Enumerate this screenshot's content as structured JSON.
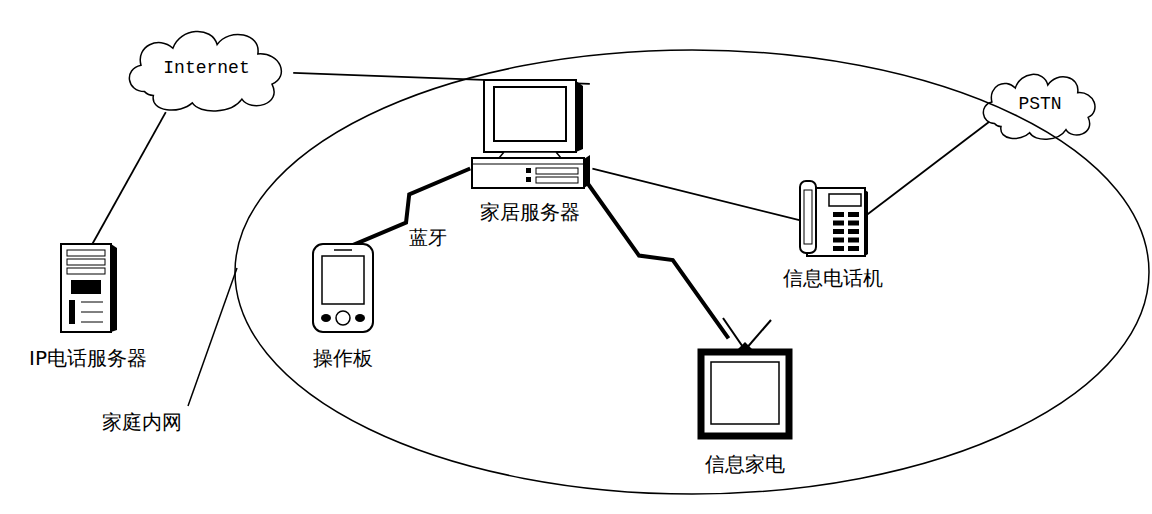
{
  "diagram": {
    "nodes": [
      {
        "text": [
          "Internet"
        ]
      },
      {
        "text": [
          "PSTN"
        ]
      },
      {
        "text": [
          "IP电话服务器"
        ]
      },
      {
        "text": [
          "家庭内网"
        ]
      },
      {
        "text": [
          "家居服务器"
        ],
        "in": 3
      },
      {
        "text": [
          "操作板"
        ],
        "in": 3
      },
      {
        "text": [
          "信息电话机"
        ],
        "in": 3
      },
      {
        "text": [
          "信息家电"
        ],
        "in": 3
      }
    ],
    "edges": [
      {
        "from": 0,
        "to": 4,
        "arrow": "none"
      },
      {
        "from": 0,
        "to": 2,
        "arrow": "none"
      },
      {
        "from": 4,
        "to": 5,
        "label": "蓝牙",
        "arrow": "none"
      },
      {
        "from": 4,
        "to": 7,
        "arrow": "none"
      },
      {
        "from": 4,
        "to": 6,
        "arrow": "none"
      },
      {
        "from": 6,
        "to": 1,
        "arrow": "none"
      }
    ]
  }
}
